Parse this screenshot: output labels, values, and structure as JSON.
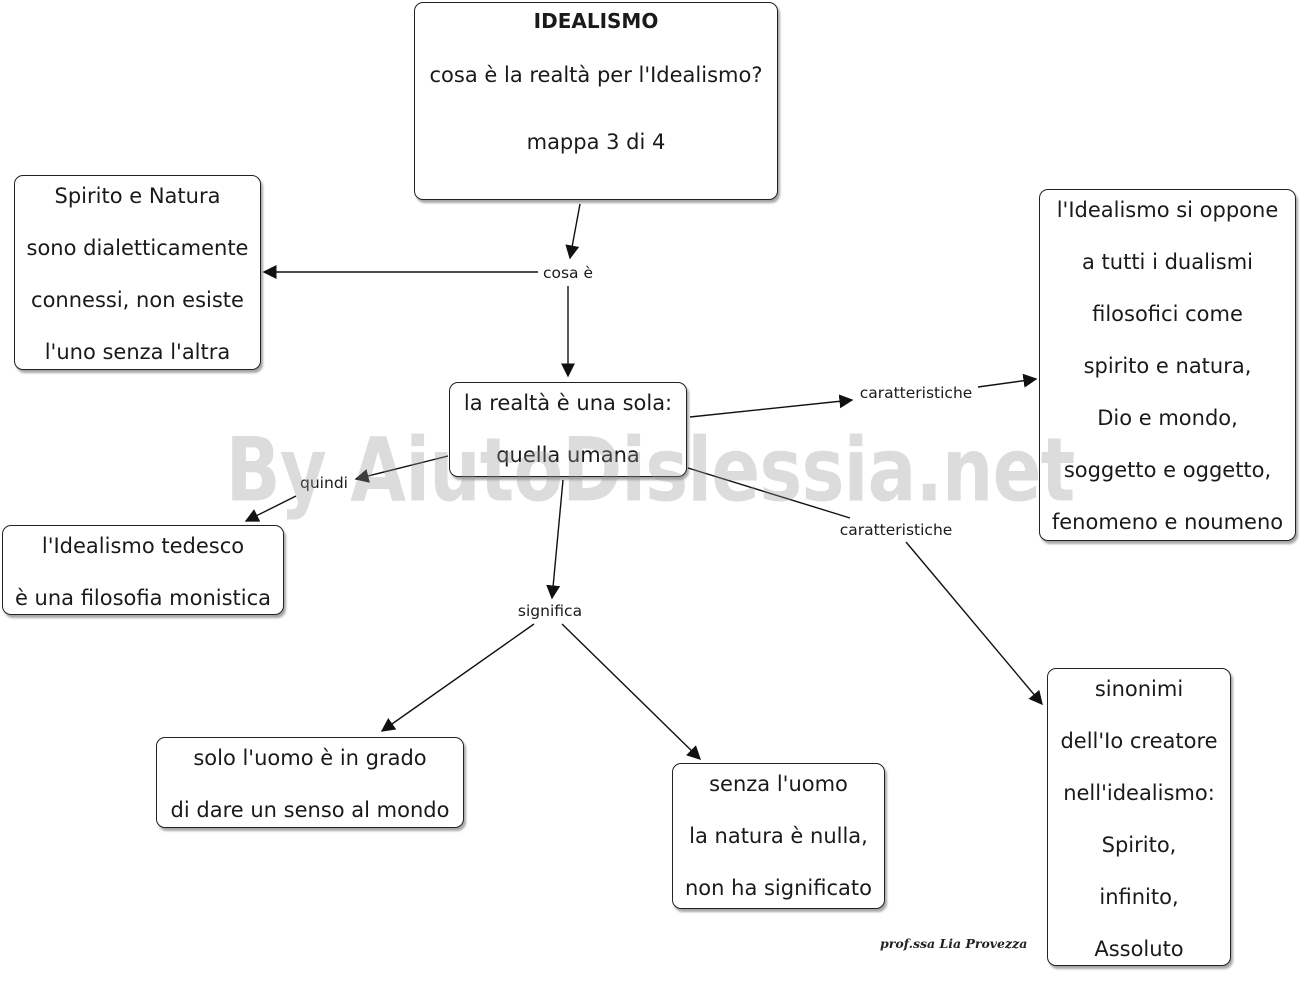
{
  "nodes": {
    "idealismo": {
      "lines": [
        "IDEALISMO",
        "cosa è la realtà per l'Idealismo?",
        "",
        "mappa 3 di 4"
      ]
    },
    "spirito": {
      "lines": [
        "Spirito e Natura",
        "sono dialetticamente",
        "connessi, non esiste",
        "l'uno senza l'altra"
      ]
    },
    "realta": {
      "lines": [
        "la realtà è una sola:",
        "quella umana"
      ]
    },
    "dualismi": {
      "lines": [
        "l'Idealismo si oppone",
        "a tutti i dualismi",
        "filosofici come",
        "spirito e natura,",
        "Dio e mondo,",
        "soggetto e oggetto,",
        "fenomeno e noumeno"
      ]
    },
    "tedesco": {
      "lines": [
        "l'Idealismo tedesco",
        "è una filosofia monistica"
      ]
    },
    "uomo": {
      "lines": [
        "solo l'uomo è in grado",
        "di dare un senso al mondo"
      ]
    },
    "senza": {
      "lines": [
        "senza l'uomo",
        "la natura è nulla,",
        "non ha significato"
      ]
    },
    "sinonimi": {
      "lines": [
        "sinonimi",
        "dell'Io creatore",
        "nell'idealismo:",
        "Spirito,",
        "infinito,",
        "Assoluto"
      ]
    }
  },
  "links": {
    "cosa_e": "cosa è",
    "caratteristiche_1": "caratteristiche",
    "caratteristiche_2": "caratteristiche",
    "quindi": "quindi",
    "significa": "significa"
  },
  "watermark": "By AiutoDislessia.net",
  "author": "prof.ssa Lia Provezza",
  "colors": {
    "line": "#111111",
    "border": "#222222",
    "watermark": "#969696"
  }
}
